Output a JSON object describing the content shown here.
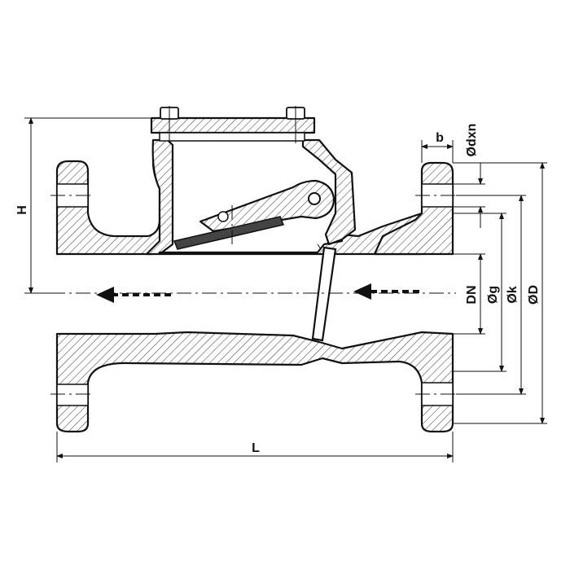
{
  "labels": {
    "H": "H",
    "L": "L",
    "b": "b",
    "dxn": "Ødxn",
    "DN": "DN",
    "g": "Øg",
    "k": "Øk",
    "D": "ØD"
  }
}
